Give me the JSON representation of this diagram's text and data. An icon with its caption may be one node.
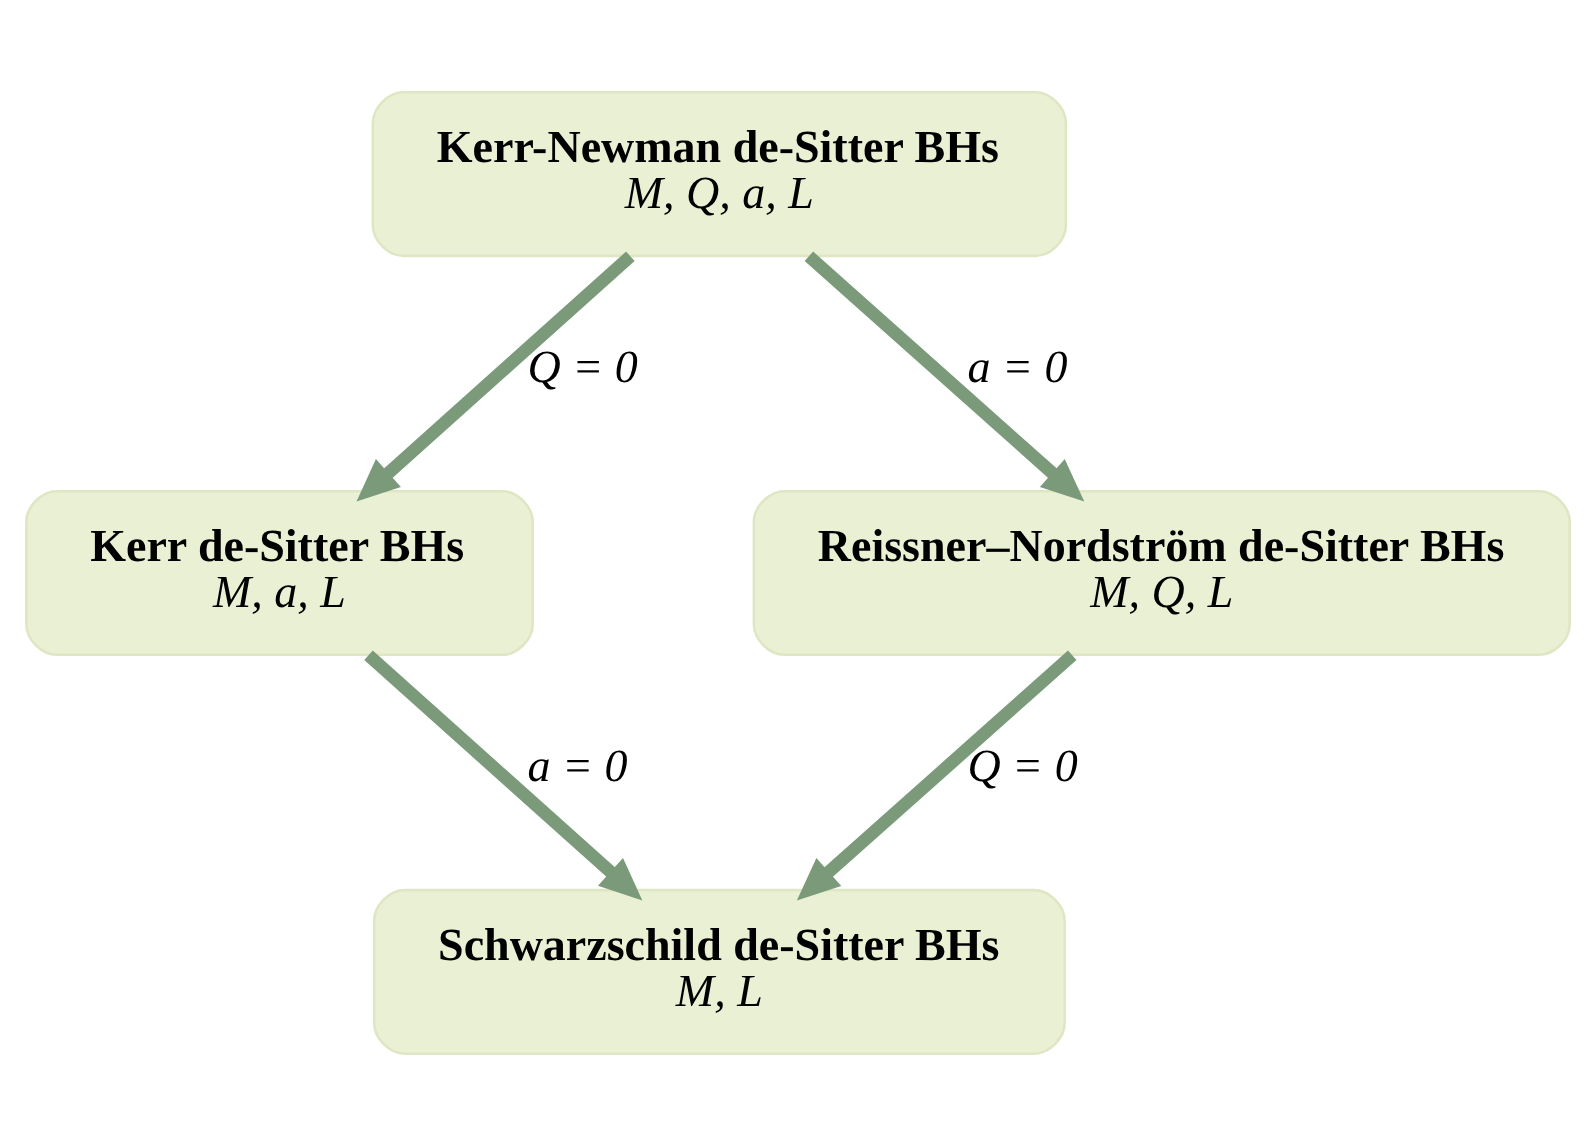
{
  "diagram": {
    "nodes": [
      {
        "text": [
          "Kerr-Newman de-Sitter BHs",
          "M, Q, a, L"
        ]
      },
      {
        "text": [
          "Kerr de-Sitter BHs",
          "M, a, L"
        ]
      },
      {
        "text": [
          "Reissner–Nordström de-Sitter BHs",
          "M, Q, L"
        ]
      },
      {
        "text": [
          "Schwarzschild de-Sitter BHs",
          "M, L"
        ]
      }
    ],
    "edges": [
      {
        "from": 0,
        "to": 1,
        "arrow": "to",
        "label": "Q = 0"
      },
      {
        "from": 0,
        "to": 2,
        "arrow": "to",
        "label": "a = 0"
      },
      {
        "from": 1,
        "to": 3,
        "arrow": "to",
        "label": "a = 0"
      },
      {
        "from": 2,
        "to": 3,
        "arrow": "to",
        "label": "Q = 0"
      }
    ]
  }
}
